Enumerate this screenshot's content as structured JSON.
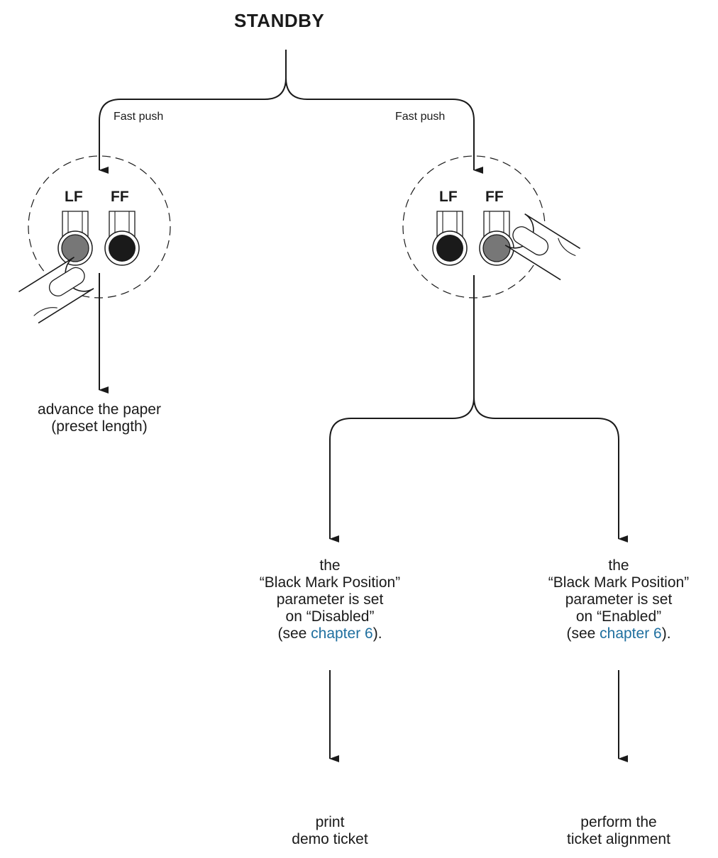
{
  "title": "STANDBY",
  "left_branch": {
    "push_label": "Fast push",
    "lf_label": "LF",
    "ff_label": "FF",
    "result_line1": "advance the paper",
    "result_line2": "(preset length)"
  },
  "right_branch": {
    "push_label": "Fast push",
    "lf_label": "LF",
    "ff_label": "FF"
  },
  "condition_disabled": {
    "line1": "the",
    "line2": "“Black Mark Position”",
    "line3": "parameter is set",
    "line4": "on “Disabled”",
    "see_prefix": "(see ",
    "link": "chapter 6",
    "see_suffix": ").",
    "result_line1": "print",
    "result_line2": "demo ticket"
  },
  "condition_enabled": {
    "line1": "the",
    "line2": "“Black Mark Position”",
    "line3": "parameter is set",
    "line4": "on “Enabled”",
    "see_prefix": "(see ",
    "link": "chapter 6",
    "see_suffix": ").",
    "result_line1": "perform the",
    "result_line2": "ticket alignment"
  },
  "colors": {
    "line": "#1a1a1a",
    "pressed_button": "#777777",
    "idle_button": "#1a1a1a",
    "link": "#1f6f9f"
  }
}
